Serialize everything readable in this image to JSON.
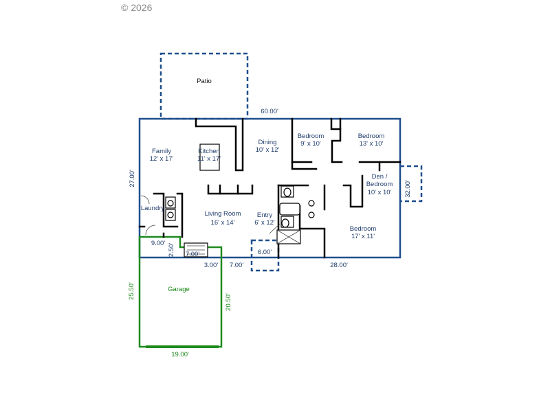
{
  "copyright": "© 2026",
  "colors": {
    "exterior": "#1f4e8c",
    "garage": "#1e8a1e",
    "room_text": "#1f3b6b",
    "wall": "#000000"
  },
  "rooms": {
    "patio": {
      "name": "Patio"
    },
    "family": {
      "name": "Family",
      "size": "12' x 17'"
    },
    "kitchen": {
      "name": "Kitchen",
      "size": "11' x 17'"
    },
    "dining": {
      "name": "Dining",
      "size": "10' x 12'"
    },
    "bedroom1": {
      "name": "Bedroom",
      "size": "9' x 10'"
    },
    "bedroom2": {
      "name": "Bedroom",
      "size": "13' x 10'"
    },
    "den": {
      "name": "Den /",
      "name2": "Bedroom",
      "size": "10' x 10'"
    },
    "laundry": {
      "name": "Laundry"
    },
    "living": {
      "name": "Living Room",
      "size": "16' x 14'"
    },
    "entry": {
      "name": "Entry",
      "size": "6' x 12'"
    },
    "bedroom3": {
      "name": "Bedroom",
      "size": "17' x 11'"
    },
    "garage": {
      "name": "Garage"
    }
  },
  "dimensions": {
    "top_width": "60.00'",
    "left_height": "27.00'",
    "right_bump": "32.00'",
    "bottom_right": "28.00'",
    "entry_width": "6.00'",
    "entry_offset": "7.00'",
    "garage_offset": "3.00'",
    "garage_top": "9.00'",
    "garage_step": "2.50'",
    "fireplace": "7.00'",
    "garage_height": "25.50'",
    "garage_right": "20.50'",
    "garage_width": "19.00'"
  }
}
